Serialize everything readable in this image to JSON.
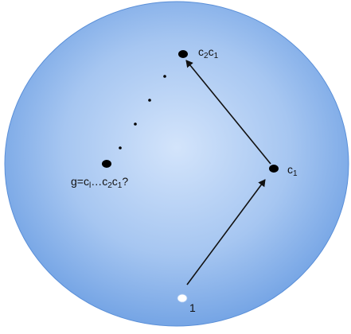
{
  "diagram": {
    "colors": {
      "disc_light": "#d3e4fb",
      "disc_mid": "#a6c6f1",
      "disc_dark": "#6a9de2",
      "disc_edge": "#5a8fd8",
      "node": "#000000",
      "start_node": "#ffffff",
      "arrow": "#111111"
    },
    "nodes": {
      "start": {
        "label": "1"
      },
      "c1": {
        "base": "c",
        "sub": "1"
      },
      "c2c1": {
        "parts": [
          {
            "base": "c",
            "sub": "2"
          },
          {
            "base": "c",
            "sub": "1"
          }
        ]
      },
      "g": {
        "prefix": "g=c",
        "sub1": "l",
        "mid": "…c",
        "sub2": "2",
        "mid2": "c",
        "sub3": "1",
        "suffix": "?"
      }
    },
    "edges": [
      {
        "from": "start",
        "to": "c1"
      },
      {
        "from": "c1",
        "to": "c2c1"
      }
    ],
    "dotted_path": {
      "from": "c2c1",
      "to": "g",
      "dot_count": 4
    }
  }
}
